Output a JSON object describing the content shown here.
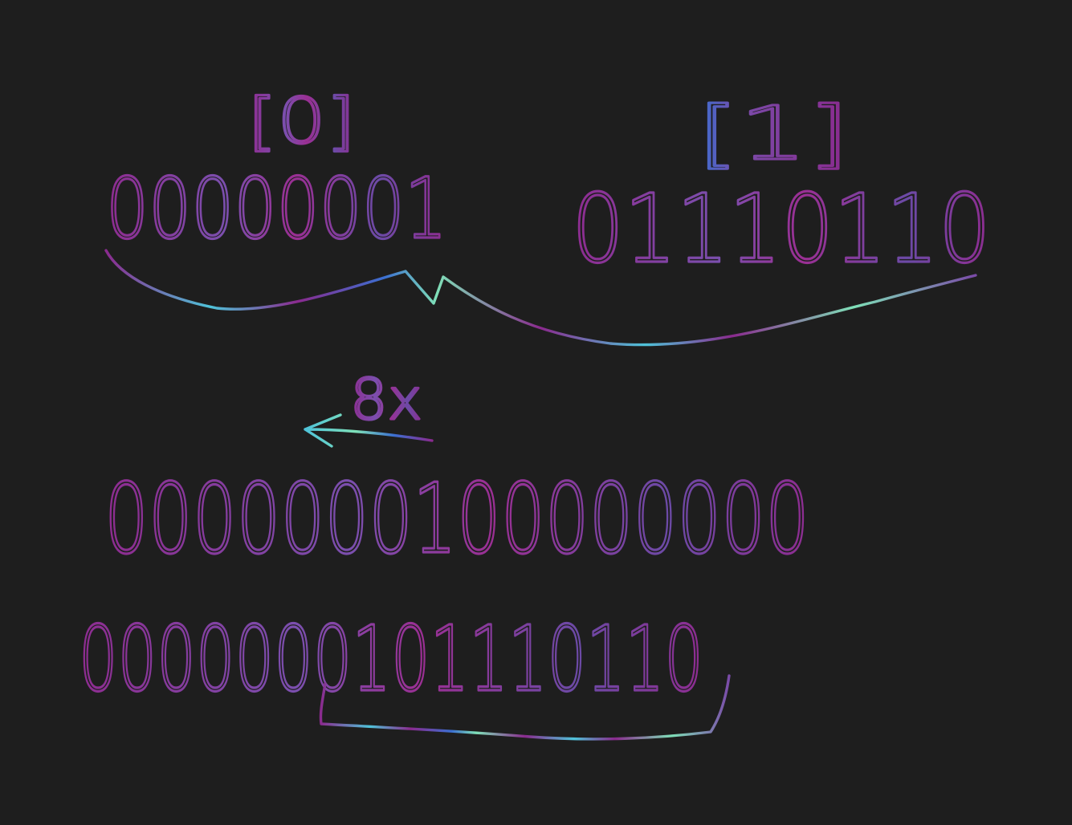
{
  "colors": {
    "background": "#1e1e1e",
    "ink_purple": "#8a2a8e",
    "ink_violet": "#7a4aa8",
    "ink_cyan": "#4fc3d9",
    "ink_blue": "#3b6fd1",
    "ink_mint": "#7fe0b8"
  },
  "strokes": {
    "index0": "[0]",
    "index1": "[1]",
    "byte0": "00000001",
    "byte1": "01110110",
    "shift_label": "8x",
    "shifted": "0000000100000000",
    "result": "0000000101110110"
  }
}
